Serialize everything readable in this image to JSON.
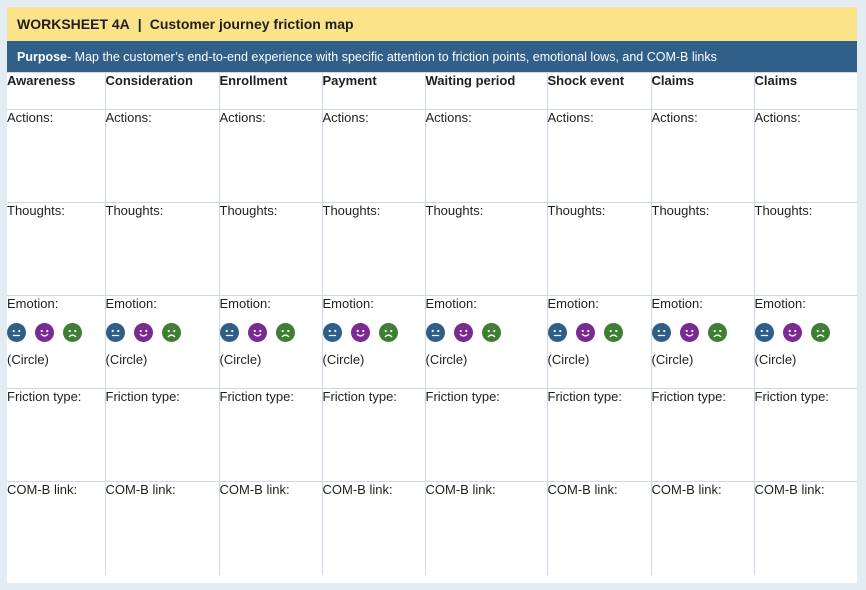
{
  "header": {
    "worksheet": "WORKSHEET 4A",
    "separator": "|",
    "title": "Customer journey friction map"
  },
  "purpose": {
    "label": "Purpose",
    "text": " - Map the customer’s end-to-end experience with specific attention to friction points, emotional lows, and COM-B links"
  },
  "stages": [
    "Awareness",
    "Consideration",
    "Enrollment",
    "Payment",
    "Waiting period",
    "Shock event",
    "Claims",
    "Claims"
  ],
  "rows": {
    "actions": "Actions:",
    "thoughts": "Thoughts:",
    "emotion": "Emotion:",
    "circle": "(Circle)",
    "friction": "Friction type:",
    "comb": "COM-B link:"
  },
  "emotion_faces": [
    {
      "mood": "neutral",
      "icon": "neutral-face-icon",
      "color": "#2f5f88"
    },
    {
      "mood": "happy",
      "icon": "happy-face-icon",
      "color": "#7a2a93"
    },
    {
      "mood": "sad",
      "icon": "sad-face-icon",
      "color": "#3f7f33"
    }
  ],
  "colors": {
    "title_bg": "#fbe38a",
    "purpose_bg": "#305f89",
    "grid_line": "#cdd9e6",
    "page_bg": "#e3ebf3"
  }
}
